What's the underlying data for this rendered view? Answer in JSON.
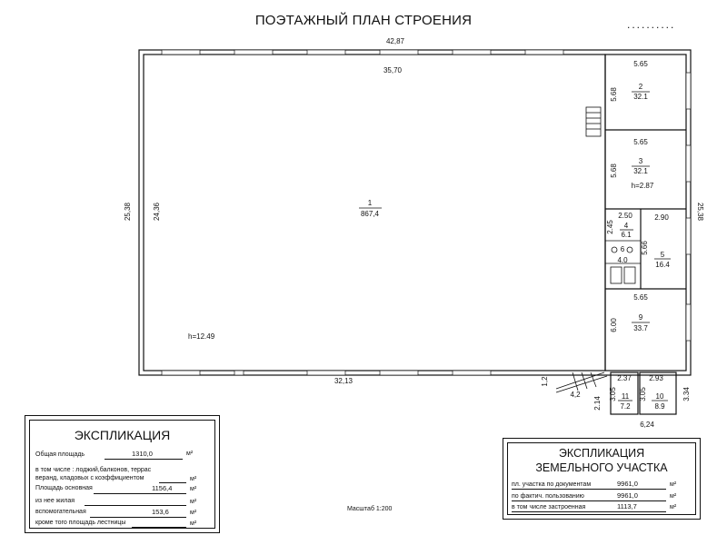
{
  "page": {
    "title": "ПОЭТАЖНЫЙ ПЛАН СТРОЕНИЯ",
    "corner_dots": "..........",
    "scale": "Масштаб 1:200"
  },
  "dimensions": {
    "top_outer": "42,87",
    "top_inner": "35,70",
    "left_outer": "25,38",
    "left_inner": "24,36",
    "right_outer": "25,38",
    "bottom_inner": "32,13",
    "annex_width": "6,24",
    "stair_w": "1,2",
    "stair_l": "4,2"
  },
  "rooms": [
    {
      "num": "1",
      "area": "867,4",
      "height": "h=12.49"
    },
    {
      "num": "2",
      "area": "32.1",
      "width": "5.65",
      "depth": "5.68"
    },
    {
      "num": "3",
      "area": "32.1",
      "width": "5.65",
      "depth": "5.68",
      "height": "h=2.87"
    },
    {
      "num": "4",
      "area": "6.1",
      "width": "2.50",
      "depth": "2.45"
    },
    {
      "num": "5",
      "area": "16.4",
      "width": "2.90",
      "depth": "5.66"
    },
    {
      "num": "6",
      "area": "4.0"
    },
    {
      "num": "9",
      "area": "33.7",
      "width": "5.65",
      "depth": "6.00"
    },
    {
      "num": "11",
      "area": "7.2",
      "width": "2.37",
      "depth": "3.05",
      "side": "2.14"
    },
    {
      "num": "10",
      "area": "8.9",
      "width": "2.93",
      "depth": "3.05",
      "side": "3.34"
    }
  ],
  "explication": {
    "title": "ЭКСПЛИКАЦИЯ",
    "rows": [
      {
        "label": "Общая площадь",
        "value": "1310,0",
        "unit": "м²"
      },
      {
        "label": "в том числе : лоджий,балконов, террас",
        "value": "",
        "unit": ""
      },
      {
        "label": "веранд, кладовых с коэффициентом",
        "value": "",
        "unit": "м²"
      },
      {
        "label": "Площадь основная",
        "value": "1156,4",
        "unit": "м²"
      },
      {
        "label": "из нее жилая",
        "value": "",
        "unit": "м²"
      },
      {
        "label": "вспомогательная",
        "value": "153,6",
        "unit": "м²"
      },
      {
        "label": "кроме того площадь лестницы",
        "value": "",
        "unit": "м²"
      }
    ]
  },
  "land_explication": {
    "title_line1": "ЭКСПЛИКАЦИЯ",
    "title_line2": "ЗЕМЕЛЬНОГО УЧАСТКА",
    "rows": [
      {
        "label": "пл. участка по документам",
        "value": "9961,0",
        "unit": "м²"
      },
      {
        "label": "по фактич. пользованию",
        "value": "9961,0",
        "unit": "м²"
      },
      {
        "label": "в том числе застроенная",
        "value": "1113,7",
        "unit": "м²"
      }
    ]
  }
}
